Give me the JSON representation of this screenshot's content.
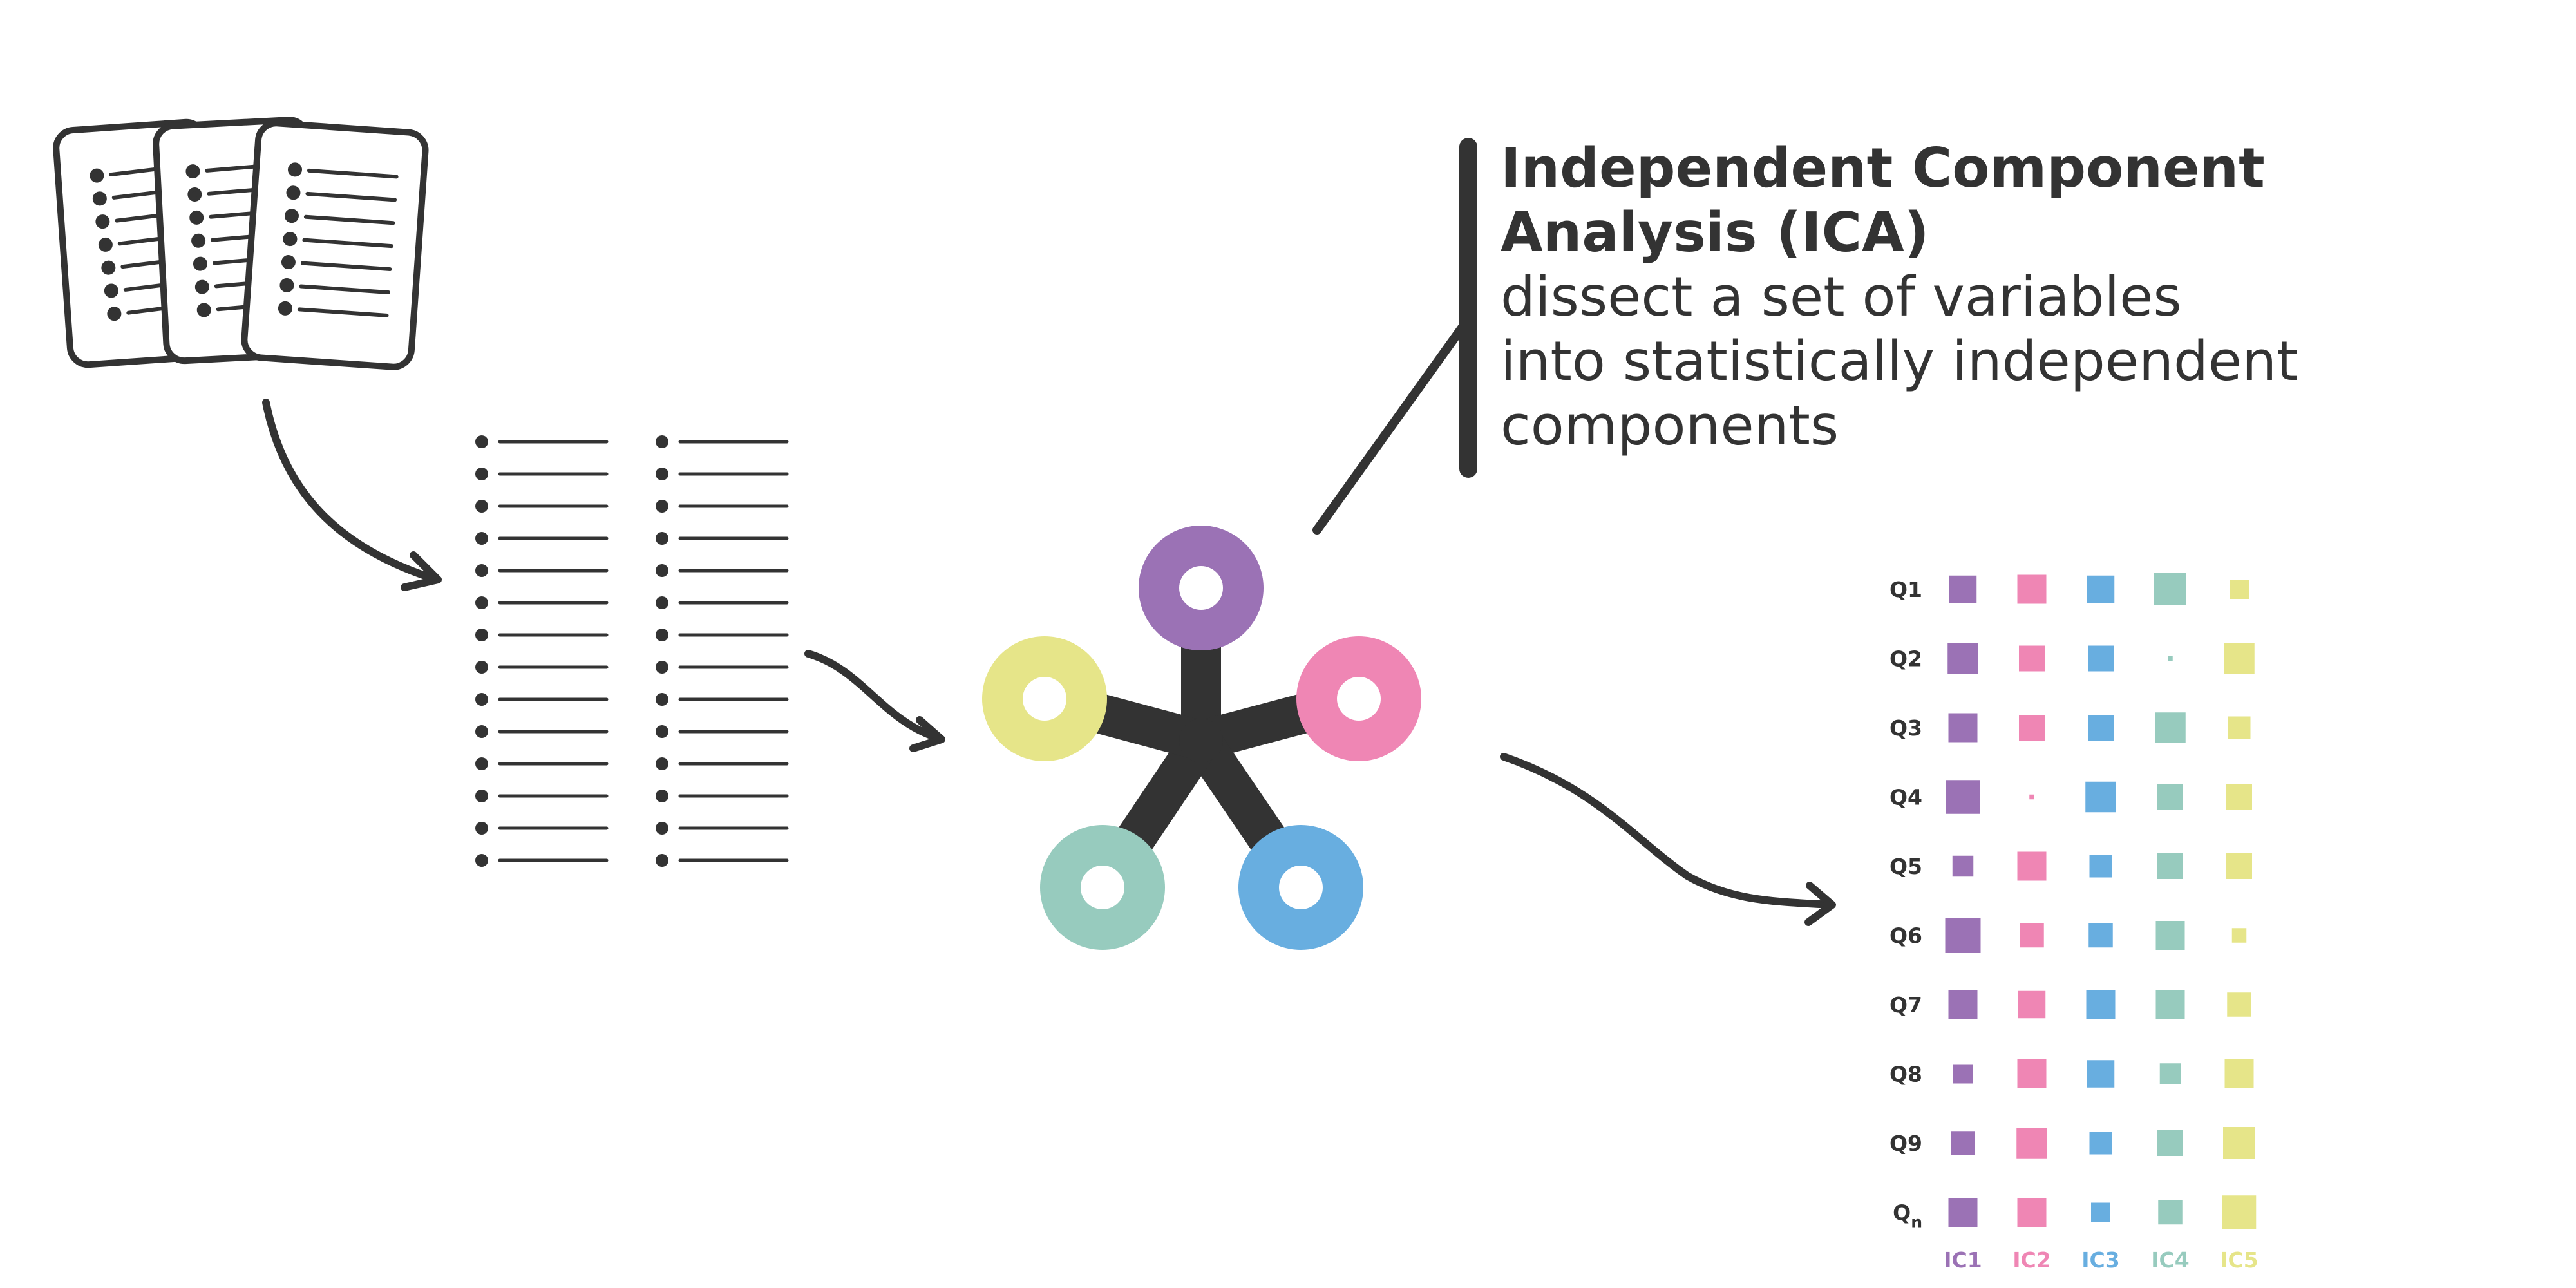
{
  "title": {
    "lines": [
      "Independent Component",
      "Analysis (ICA)"
    ]
  },
  "description": {
    "lines": [
      "dissect a set of variables",
      "into statistically independent",
      "components"
    ]
  },
  "network": {
    "nodes": [
      {
        "name": "top-node",
        "color": "#9b72b5"
      },
      {
        "name": "right-node",
        "color": "#ef86b4"
      },
      {
        "name": "bottom-right-node",
        "color": "#68aee0"
      },
      {
        "name": "bottom-left-node",
        "color": "#97cbbe"
      },
      {
        "name": "left-node",
        "color": "#e6e589"
      }
    ]
  },
  "matrix": {
    "components": [
      {
        "label": "IC1",
        "color": "#9b72b5"
      },
      {
        "label": "IC2",
        "color": "#ef86b4"
      },
      {
        "label": "IC3",
        "color": "#68aee0"
      },
      {
        "label": "IC4",
        "color": "#97cbbe"
      },
      {
        "label": "IC5",
        "color": "#e6e589"
      }
    ],
    "rows": [
      {
        "label": "Q1",
        "weights": [
          0.85,
          0.9,
          0.85,
          1.0,
          0.6
        ]
      },
      {
        "label": "Q2",
        "weights": [
          0.95,
          0.8,
          0.8,
          0.15,
          0.95
        ]
      },
      {
        "label": "Q3",
        "weights": [
          0.9,
          0.8,
          0.8,
          0.95,
          0.7
        ]
      },
      {
        "label": "Q4",
        "weights": [
          1.05,
          0.15,
          0.95,
          0.8,
          0.8
        ]
      },
      {
        "label": "Q5",
        "weights": [
          0.65,
          0.9,
          0.7,
          0.8,
          0.8
        ]
      },
      {
        "label": "Q6",
        "weights": [
          1.1,
          0.75,
          0.75,
          0.9,
          0.45
        ]
      },
      {
        "label": "Q7",
        "weights": [
          0.9,
          0.85,
          0.9,
          0.9,
          0.75
        ]
      },
      {
        "label": "Q8",
        "weights": [
          0.6,
          0.9,
          0.85,
          0.65,
          0.9
        ]
      },
      {
        "label": "Q9",
        "weights": [
          0.75,
          0.95,
          0.7,
          0.8,
          1.0
        ]
      },
      {
        "label": "Q",
        "sub": "n",
        "weights": [
          0.9,
          0.9,
          0.6,
          0.75,
          1.05
        ]
      }
    ]
  },
  "colors": {
    "ink": "#333333",
    "purple": "#9b72b5",
    "pink": "#ef86b4",
    "blue": "#68aee0",
    "teal": "#97cbbe",
    "yellow": "#e6e589"
  }
}
